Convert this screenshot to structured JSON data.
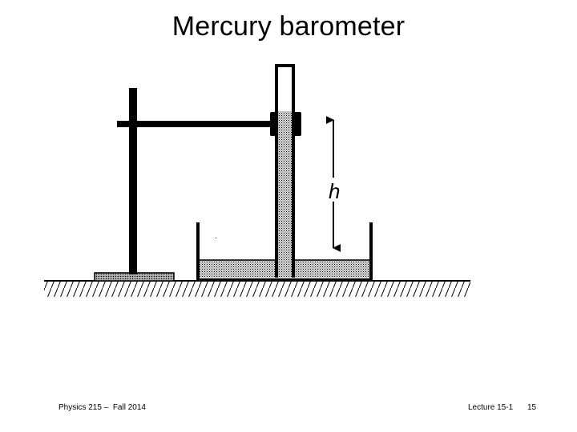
{
  "slide": {
    "title": "Mercury barometer"
  },
  "diagram": {
    "height_label": "h"
  },
  "footer": {
    "course": "Physics 215 –  Fall 2014",
    "lecture": "Lecture 15-1",
    "page_number": "15"
  },
  "colors": {
    "ink": "#000000",
    "background": "#ffffff",
    "mercury_fill": "#bdbdbd"
  }
}
